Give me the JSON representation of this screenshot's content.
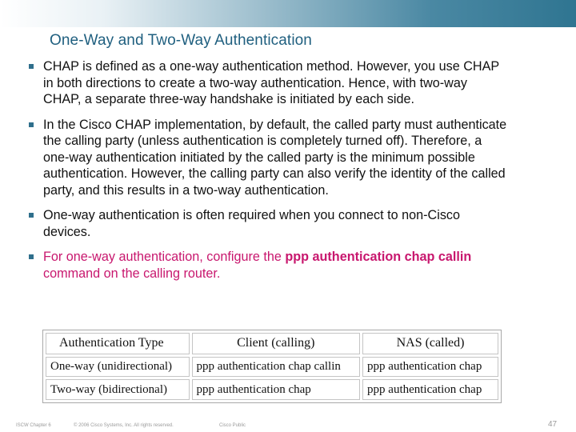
{
  "slide": {
    "title": "One-Way and Two-Way Authentication",
    "bullets": [
      "CHAP is defined as a one-way authentication method. However, you use CHAP in both directions to create a two-way authentication. Hence, with two-way CHAP, a separate three-way handshake is initiated by each side.",
      "In the Cisco CHAP implementation, by default, the called party must authenticate the calling party (unless authentication is completely turned off). Therefore, a one-way authentication initiated by the called party is the minimum possible authentication. However, the calling party can also verify the identity of the called party, and this results in a two-way authentication.",
      "One-way authentication is often required when you connect to non-Cisco devices."
    ],
    "last_bullet": {
      "pre": "For one-way authentication, configure the ",
      "cmd": "ppp authentication chap callin",
      "post": " command on the calling router.",
      "color": "#c8176e"
    }
  },
  "table": {
    "headers": [
      "Authentication Type",
      "Client (calling)",
      "NAS (called)"
    ],
    "rows": [
      [
        "One-way (unidirectional)",
        "ppp authentication chap callin",
        "ppp authentication chap"
      ],
      [
        "Two-way (bidirectional)",
        "ppp authentication chap",
        "ppp authentication chap"
      ]
    ]
  },
  "footer": {
    "course": "ISCW Chapter 6",
    "copyright": "© 2006 Cisco Systems, Inc. All rights reserved.",
    "classification": "Cisco Public",
    "page": "47"
  },
  "colors": {
    "title": "#1f5f7f",
    "accent": "#2f6f8c",
    "highlight": "#c8176e"
  }
}
